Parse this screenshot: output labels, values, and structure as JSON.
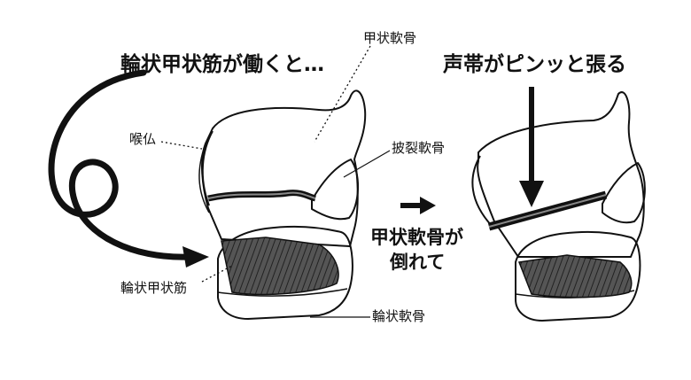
{
  "labels": {
    "headline_left": "輪状甲状筋が働くと…",
    "headline_right": "声帯がピンッと張る",
    "thyroid_cartilage": "甲状軟骨",
    "adams_apple": "喉仏",
    "arytenoid_cartilage": "披裂軟骨",
    "cricothyroid_muscle": "輪状甲状筋",
    "cricoid_cartilage": "輪状軟骨",
    "center_caption_line1": "甲状軟骨が",
    "center_caption_line2": "倒れて"
  },
  "colors": {
    "ink": "#111111",
    "muscle": "#4a4a4a",
    "background": "#ffffff"
  },
  "icons": {
    "transition_arrow": "right-arrow-icon"
  }
}
